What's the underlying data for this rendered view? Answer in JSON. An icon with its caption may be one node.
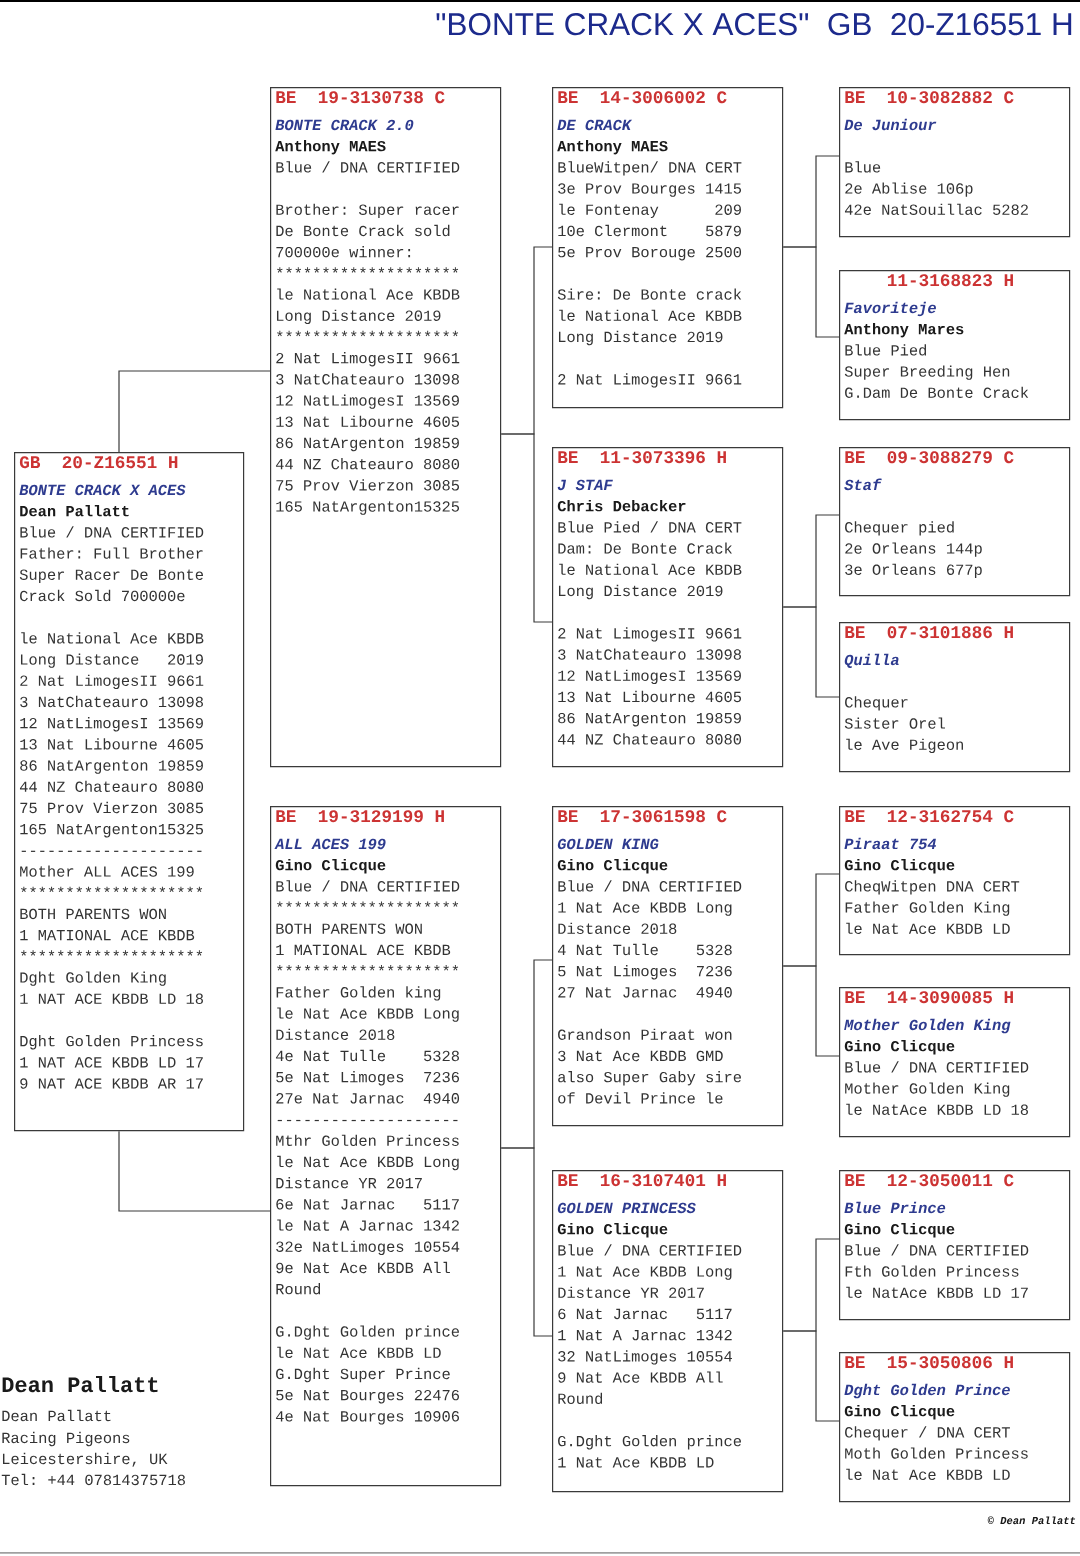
{
  "diagram": {
    "title": "\"BONTE CRACK X ACES\"  GB  20-Z16551 H",
    "nodes": [
      {
        "text": [
          "GB  20-Z16551 H",
          "BONTE CRACK X ACES",
          "Dean Pallatt",
          "Blue / DNA CERTIFIED",
          "Father: Full Brother",
          "Super Racer De Bonte",
          "Crack Sold 700000e",
          "le National Ace KBDB",
          "Long Distance   2019",
          "2 Nat LimogesII 9661",
          "3 NatChateauro 13098",
          "12 NatLimogesI 13569",
          "13 Nat Libourne 4605",
          "86 NatArgenton 19859",
          "44 NZ Chateauro 8080",
          "75 Prov Vierzon 3085",
          "165 NatArgenton15325",
          "--------------------",
          "Mother ALL ACES 199",
          "********************",
          "BOTH PARENTS WON",
          "1 MATIONAL ACE KBDB",
          "********************",
          "Dght Golden King",
          "1 NAT ACE KBDB LD 18",
          "Dght Golden Princess",
          "1 NAT ACE KBDB LD 17",
          "9 NAT ACE KBDB AR 17"
        ]
      },
      {
        "text": [
          "BE  19-3130738 C",
          "BONTE CRACK 2.0",
          "Anthony MAES",
          "Blue / DNA CERTIFIED",
          "Brother: Super racer",
          "De Bonte Crack sold",
          "700000e winner:",
          "********************",
          "le National Ace KBDB",
          "Long Distance 2019",
          "********************",
          "2 Nat LimogesII 9661",
          "3 NatChateauro 13098",
          "12 NatLimogesI 13569",
          "13 Nat Libourne 4605",
          "86 NatArgenton 19859",
          "44 NZ Chateauro 8080",
          "75 Prov Vierzon 3085",
          "165 NatArgenton15325"
        ]
      },
      {
        "text": [
          "BE  14-3006002 C",
          "DE CRACK",
          "Anthony MAES",
          "BlueWitpen/ DNA CERT",
          "3e Prov Bourges 1415",
          "le Fontenay      209",
          "10e Clermont    5879",
          "5e Prov Borouge 2500",
          "Sire: De Bonte crack",
          "le National Ace KBDB",
          "Long Distance 2019",
          "2 Nat LimogesII 9661"
        ]
      },
      {
        "text": [
          "BE  10-3082882 C",
          "De Juniour",
          "Blue",
          "2e Ablise 106p",
          "42e NatSouillac 5282"
        ]
      },
      {
        "text": [
          "11-3168823 H",
          "Favoriteje",
          "Anthony Mares",
          "Blue Pied",
          "Super Breeding Hen",
          "G.Dam De Bonte Crack"
        ]
      },
      {
        "text": [
          "BE  11-3073396 H",
          "J STAF",
          "Chris Debacker",
          "Blue Pied / DNA CERT",
          "Dam: De Bonte Crack",
          "le National Ace KBDB",
          "Long Distance 2019",
          "2 Nat LimogesII 9661",
          "3 NatChateauro 13098",
          "12 NatLimogesI 13569",
          "13 Nat Libourne 4605",
          "86 NatArgenton 19859",
          "44 NZ Chateauro 8080"
        ]
      },
      {
        "text": [
          "BE  09-3088279 C",
          "Staf",
          "Chequer pied",
          "2e Orleans 144p",
          "3e Orleans 677p"
        ]
      },
      {
        "text": [
          "BE  07-3101886 H",
          "Quilla",
          "Chequer",
          "Sister Orel",
          "le Ave Pigeon"
        ]
      },
      {
        "text": [
          "BE  19-3129199 H",
          "ALL ACES 199",
          "Gino Clicque",
          "Blue / DNA CERTIFIED",
          "********************",
          "BOTH PARENTS WON",
          "1 MATIONAL ACE KBDB",
          "********************",
          "Father Golden king",
          "le Nat Ace KBDB Long",
          "Distance 2018",
          "4e Nat Tulle    5328",
          "5e Nat Limoges  7236",
          "27e Nat Jarnac  4940",
          "--------------------",
          "Mthr Golden Princess",
          "le Nat Ace KBDB Long",
          "Distance YR 2017",
          "6e Nat Jarnac   5117",
          "le Nat A Jarnac 1342",
          "32e NatLimoges 10554",
          "9e Nat Ace KBDB All",
          "Round",
          "G.Dght Golden prince",
          "le Nat Ace KBDB LD",
          "G.Dght Super Prince",
          "5e Nat Bourges 22476",
          "4e Nat Bourges 10906"
        ]
      },
      {
        "text": [
          "BE  17-3061598 C",
          "GOLDEN KING",
          "Gino Clicque",
          "Blue / DNA CERTIFIED",
          "1 Nat Ace KBDB Long",
          "Distance 2018",
          "4 Nat Tulle    5328",
          "5 Nat Limoges  7236",
          "27 Nat Jarnac  4940",
          "Grandson Piraat won",
          "3 Nat Ace KBDB GMD",
          "also Super Gaby sire",
          "of Devil Prince le"
        ]
      },
      {
        "text": [
          "BE  12-3162754 C",
          "Piraat 754",
          "Gino Clicque",
          "CheqWitpen DNA CERT",
          "Father Golden King",
          "le Nat Ace KBDB LD"
        ]
      },
      {
        "text": [
          "BE  14-3090085 H",
          "Mother Golden King",
          "Gino Clicque",
          "Blue / DNA CERTIFIED",
          "Mother Golden King",
          "le NatAce KBDB LD 18"
        ]
      },
      {
        "text": [
          "BE  16-3107401 H",
          "GOLDEN PRINCESS",
          "Gino Clicque",
          "Blue / DNA CERTIFIED",
          "1 Nat Ace KBDB Long",
          "Distance YR 2017",
          "6 Nat Jarnac   5117",
          "1 Nat A Jarnac 1342",
          "32 NatLimoges 10554",
          "9 Nat Ace KBDB All",
          "Round",
          "G.Dght Golden prince",
          "1 Nat Ace KBDB LD"
        ]
      },
      {
        "text": [
          "BE  12-3050011 C",
          "Blue Prince",
          "Gino Clicque",
          "Blue / DNA CERTIFIED",
          "Fth Golden Princess",
          "le NatAce KBDB LD 17"
        ]
      },
      {
        "text": [
          "BE  15-3050806 H",
          "Dght Golden Prince",
          "Gino Clicque",
          "Chequer / DNA CERT",
          "Moth Golden Princess",
          "le Nat Ace KBDB LD"
        ]
      }
    ],
    "edges": [
      {
        "from": 0,
        "to": 1,
        "arrow": "none"
      },
      {
        "from": 0,
        "to": 8,
        "arrow": "none"
      },
      {
        "from": 1,
        "to": 2,
        "arrow": "none"
      },
      {
        "from": 1,
        "to": 5,
        "arrow": "none"
      },
      {
        "from": 2,
        "to": 3,
        "arrow": "none"
      },
      {
        "from": 2,
        "to": 4,
        "arrow": "none"
      },
      {
        "from": 5,
        "to": 6,
        "arrow": "none"
      },
      {
        "from": 5,
        "to": 7,
        "arrow": "none"
      },
      {
        "from": 8,
        "to": 9,
        "arrow": "none"
      },
      {
        "from": 8,
        "to": 12,
        "arrow": "none"
      },
      {
        "from": 9,
        "to": 10,
        "arrow": "none"
      },
      {
        "from": 9,
        "to": 11,
        "arrow": "none"
      },
      {
        "from": 12,
        "to": 13,
        "arrow": "none"
      },
      {
        "from": 12,
        "to": 14,
        "arrow": "none"
      }
    ],
    "labels": [
      "Dean Pallatt",
      "Dean Pallatt",
      "Racing Pigeons",
      "Leicestershire, UK",
      "Tel: +44 07814375718",
      "© Dean Pallatt"
    ]
  }
}
